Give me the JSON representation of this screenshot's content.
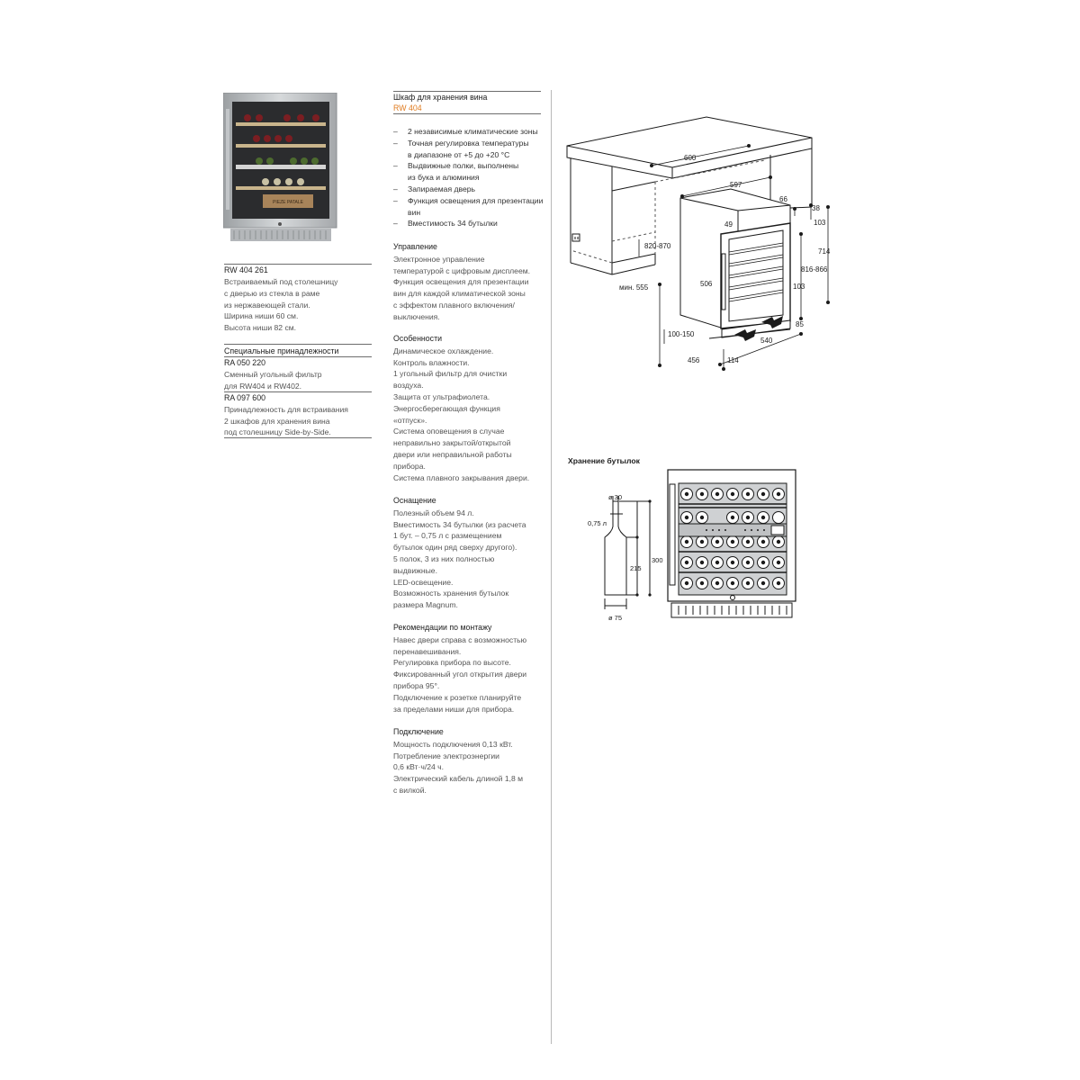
{
  "product_block": {
    "model": "RW 404 261",
    "description": [
      "Встраиваемый под столешницу",
      "с дверью из стекла в раме",
      "из нержавеющей стали.",
      "Ширина ниши 60 см.",
      "Высота ниши 82 см."
    ]
  },
  "accessories": {
    "title": "Специальные принадлежности",
    "items": [
      {
        "code": "RA 050 220",
        "lines": [
          "Сменный угольный фильтр",
          "для RW404 и RW402."
        ]
      },
      {
        "code": "RA 097 600",
        "lines": [
          "Принадлежность для встраивания",
          "2 шкафов для хранения вина",
          "под столешницу Side-by-Side."
        ]
      }
    ]
  },
  "main": {
    "title": "Шкаф для хранения вина",
    "subtitle": "RW 404",
    "bullets": [
      [
        "2 независимые климатические зоны"
      ],
      [
        "Точная регулировка температуры",
        "в диапазоне от +5 до +20 °C"
      ],
      [
        "Выдвижные полки, выполнены",
        "из бука и алюминия"
      ],
      [
        "Запираемая дверь"
      ],
      [
        "Функция освещения для презентации",
        "вин"
      ],
      [
        "Вместимость 34 бутылки"
      ]
    ],
    "sections": [
      {
        "title": "Управление",
        "lines": [
          "Электронное управление",
          "температурой с цифровым дисплеем.",
          "Функция освещения для презентации",
          "вин для каждой климатической зоны",
          "с эффектом плавного включения/",
          "выключения."
        ]
      },
      {
        "title": "Особенности",
        "lines": [
          "Динамическое охлаждение.",
          "Контроль влажности.",
          "1 угольный фильтр для очистки",
          "воздуха.",
          "Защита от ультрафиолета.",
          "Энергосберегающая функция",
          "«отпуск».",
          "Система оповещения в случае",
          "неправильно закрытой/открытой",
          "двери или неправильной работы",
          "прибора.",
          "Система плавного закрывания двери."
        ]
      },
      {
        "title": "Оснащение",
        "lines": [
          "Полезный объем 94 л.",
          "Вместимость 34 бутылки (из расчета",
          "1 бут. – 0,75 л с размещением",
          "бутылок один ряд сверху другого).",
          "5 полок, 3 из них полностью",
          "выдвижные.",
          "LED-освещение.",
          "Возможность хранения бутылок",
          "размера Magnum."
        ]
      },
      {
        "title": "Рекомендации по монтажу",
        "lines": [
          "Навес двери справа с возможностью",
          "перенавешивания.",
          "Регулировка прибора по высоте.",
          "Фиксированный угол открытия двери",
          "прибора 95°.",
          "Подключение к розетке планируйте",
          "за пределами ниши для прибора."
        ]
      },
      {
        "title": "Подключение",
        "lines": [
          "Мощность подключения 0,13 кВт.",
          "Потребление электроэнергии",
          "0,6 кВт·ч/24 ч.",
          "Электрический кабель длиной 1,8 м",
          "с вилкой."
        ]
      }
    ]
  },
  "photo": {
    "label_text": "PIEZE PATALE"
  },
  "install_drawing": {
    "dims": {
      "d600": "600",
      "d597": "597",
      "d66": "66",
      "d38": "38",
      "d103a": "103",
      "d49": "49",
      "d820": "820-870",
      "d714": "714",
      "d816": "816-866",
      "d506": "506",
      "d555": "мин. 555",
      "d103b": "103",
      "d85": "85",
      "d100": "100-150",
      "d540": "540",
      "d456": "456",
      "d114": "114"
    }
  },
  "bottle_storage": {
    "title": "Хранение бутылок",
    "dims": {
      "d30": "ø 30",
      "vol": "0,75 л",
      "h300": "300",
      "h215": "215",
      "d75": "ø 75"
    }
  }
}
